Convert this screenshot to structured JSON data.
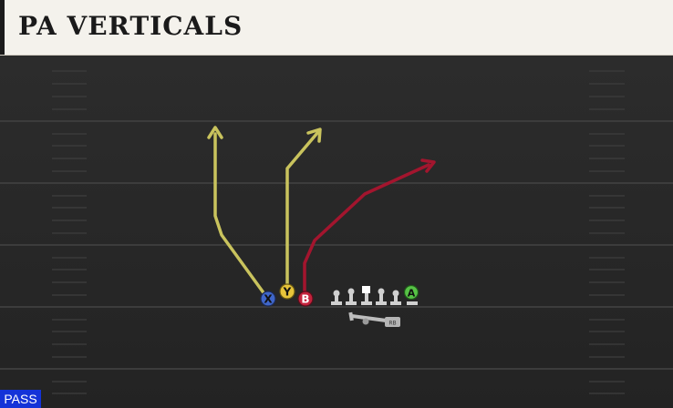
{
  "play": {
    "title": "PA VERTICALS",
    "type_badge": "PASS"
  },
  "players": {
    "X": "X",
    "Y": "Y",
    "B": "B",
    "A": "A",
    "RB": "RB"
  },
  "colors": {
    "title_background": "#f4f2ec",
    "field": "#2a2a2a",
    "yard_line": "#3c3c3c",
    "route_yellow": "#c9c35d",
    "route_red": "#a3152e",
    "player_x": "#3f66c9",
    "player_y": "#e7c43a",
    "player_b": "#c4233d",
    "player_a": "#57c246",
    "pass_badge": "#1433d8"
  }
}
